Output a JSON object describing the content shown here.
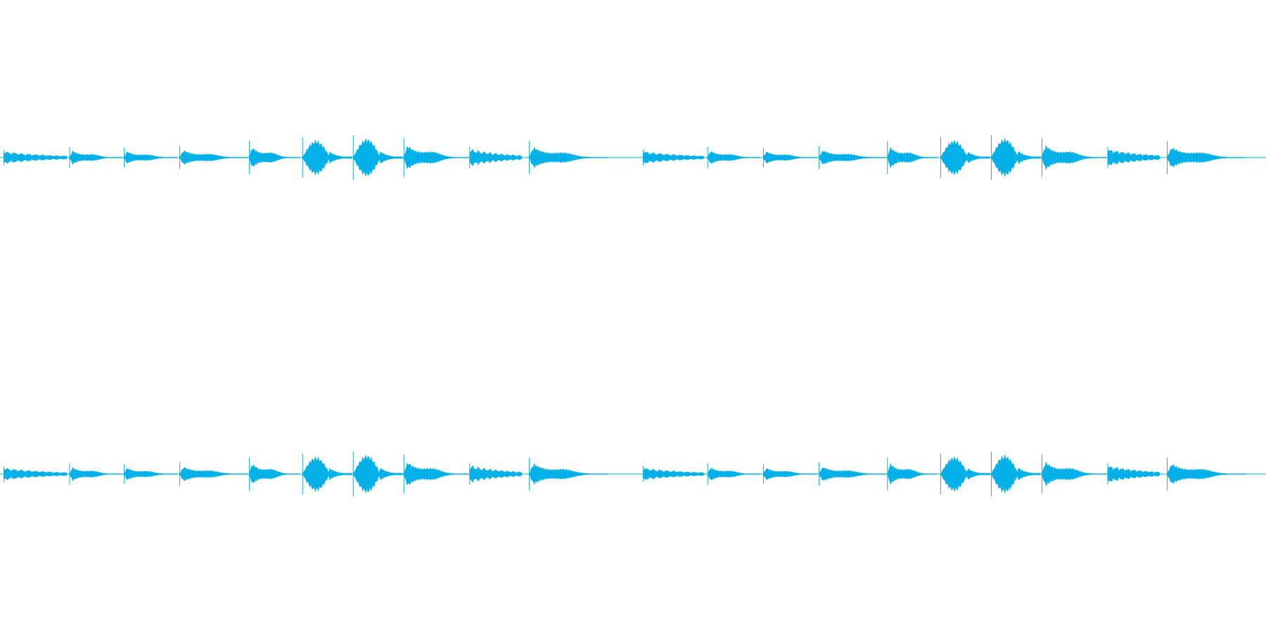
{
  "waveform": {
    "color": "#03b0e8",
    "background": "#ffffff",
    "channels": [
      "left",
      "right"
    ],
    "bursts": [
      {
        "start": 0.003,
        "end": 0.053,
        "peak": 0.16,
        "shape": "flutter"
      },
      {
        "start": 0.055,
        "end": 0.096,
        "peak": 0.22,
        "shape": "decay"
      },
      {
        "start": 0.098,
        "end": 0.14,
        "peak": 0.2,
        "shape": "decay"
      },
      {
        "start": 0.142,
        "end": 0.196,
        "peak": 0.24,
        "shape": "decay"
      },
      {
        "start": 0.197,
        "end": 0.236,
        "peak": 0.34,
        "shape": "decay"
      },
      {
        "start": 0.239,
        "end": 0.278,
        "peak": 0.42,
        "shape": "swell"
      },
      {
        "start": 0.279,
        "end": 0.318,
        "peak": 0.46,
        "shape": "swell"
      },
      {
        "start": 0.319,
        "end": 0.37,
        "peak": 0.4,
        "shape": "decay"
      },
      {
        "start": 0.371,
        "end": 0.412,
        "peak": 0.22,
        "shape": "flutter"
      },
      {
        "start": 0.418,
        "end": 0.48,
        "peak": 0.34,
        "shape": "decay"
      },
      {
        "start": 0.508,
        "end": 0.556,
        "peak": 0.16,
        "shape": "flutter"
      },
      {
        "start": 0.559,
        "end": 0.6,
        "peak": 0.22,
        "shape": "decay"
      },
      {
        "start": 0.603,
        "end": 0.645,
        "peak": 0.2,
        "shape": "decay"
      },
      {
        "start": 0.647,
        "end": 0.7,
        "peak": 0.24,
        "shape": "decay"
      },
      {
        "start": 0.701,
        "end": 0.74,
        "peak": 0.34,
        "shape": "decay"
      },
      {
        "start": 0.743,
        "end": 0.782,
        "peak": 0.42,
        "shape": "swell"
      },
      {
        "start": 0.783,
        "end": 0.822,
        "peak": 0.46,
        "shape": "swell"
      },
      {
        "start": 0.823,
        "end": 0.874,
        "peak": 0.4,
        "shape": "decay"
      },
      {
        "start": 0.875,
        "end": 0.916,
        "peak": 0.22,
        "shape": "flutter"
      },
      {
        "start": 0.922,
        "end": 0.984,
        "peak": 0.34,
        "shape": "decay"
      }
    ]
  }
}
